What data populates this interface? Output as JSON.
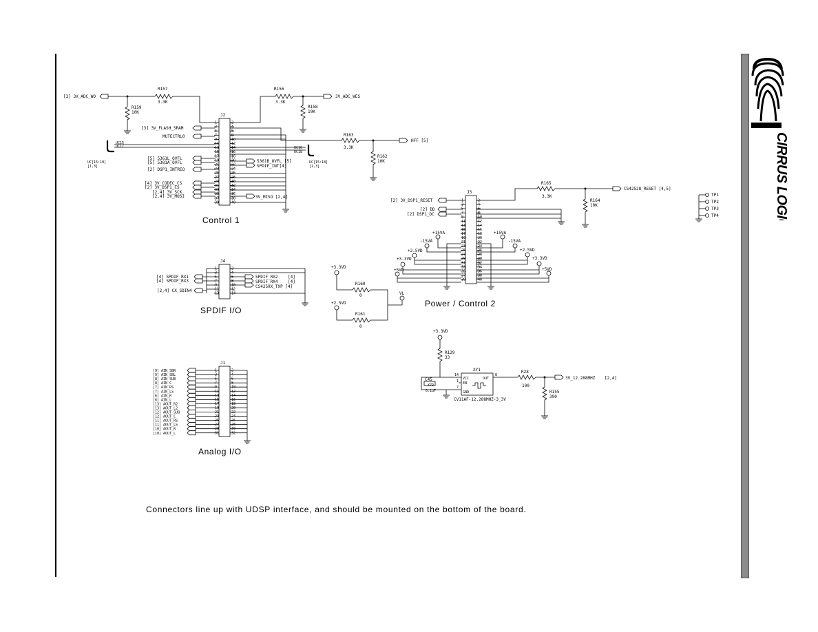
{
  "notes": {
    "bottom": "Connectors line up with UDSP interface, and should be mounted on the bottom of the board."
  },
  "brand": {
    "logo_text": "CIRRUS LOGIC",
    "color": "#000000",
    "sidebar_color": "#8c8c8c"
  },
  "control1": {
    "title": "Control 1",
    "connector": "J2",
    "left_net": "[3] 3V_ADC_WO",
    "r157": {
      "ref": "R157",
      "value": "3.3K"
    },
    "r159": {
      "ref": "R159",
      "value": "10K"
    },
    "r156": {
      "ref": "R156",
      "value": "3.3K"
    },
    "r158": {
      "ref": "R158",
      "value": "10K"
    },
    "r163": {
      "ref": "R163",
      "value": "3.3K"
    },
    "r162": {
      "ref": "R162",
      "value": "10K"
    },
    "net_adc_wes": "3V_ADC_WES",
    "net_hff": "HFF [5]",
    "flash_sram": "[3] 3V_FLASH_SRAM",
    "mutectrl": "MUTECTRL0",
    "uc15": "UC15",
    "uc17": "UC17",
    "uc16": "UC16",
    "uc18": "UC18",
    "bus_left": "UC[15:18]",
    "bus_left_ref": "[1,3]",
    "bus_right": "UC[15:18]",
    "bus_right_ref": "[1,3]",
    "ovfl1": "[5] 5361L_OVFL",
    "ovfl2": "[5] 5381A_OVFL",
    "ovfl3": "5361B_OVFL [5]",
    "spdif_int": "SPDIF_INT[4]",
    "dsp_intreq": "[2] DSP1_INTREQ",
    "codec_cs": "[4] 3V_CODEC_CS",
    "dsp_cs": "[2] 3V_DSP1_CS",
    "sck": "[2,4] 3V_SCK",
    "mosi": "[2,4] 3V_MOSI",
    "miso": "3V_MISO [2,4]",
    "pins_left": [
      "1",
      "3",
      "5",
      "7",
      "9",
      "11",
      "13",
      "15",
      "17",
      "19",
      "21",
      "23",
      "25",
      "27",
      "29",
      "31",
      "33",
      "35",
      "37",
      "39"
    ],
    "pins_right": [
      "2",
      "4",
      "6",
      "8",
      "10",
      "12",
      "14",
      "16",
      "18",
      "20",
      "22",
      "24",
      "26",
      "28",
      "30",
      "32",
      "34",
      "36",
      "38",
      "40"
    ]
  },
  "spdif": {
    "title": "SPDIF I/O",
    "connector": "J4",
    "rx1": "[4] SPDIF_RX1",
    "rx3": "[4] SPDIF_RX3",
    "rx2": "SPDIF_RX2",
    "rx2_ref": "[4]",
    "rx4": "SPDIF_RX4",
    "rx4_ref": "[4]",
    "sdin4": "[2,4] CX_SDIN4",
    "txp": "CS425XX_TXP [4]",
    "pins_left": [
      "1",
      "3",
      "5",
      "7",
      "9",
      "11",
      "13"
    ],
    "pins_right": [
      "2",
      "4",
      "6",
      "8",
      "10",
      "12",
      "14"
    ]
  },
  "vl": {
    "v33": "+3.3VD",
    "v25": "+2.5VD",
    "r160": {
      "ref": "R160",
      "value": "0"
    },
    "r161": {
      "ref": "R161",
      "value": "0"
    },
    "vl": "VL"
  },
  "power2": {
    "title": "Power / Control 2",
    "connector": "J3",
    "dsp_reset": "[2] 3V_DSP1_RESET",
    "dd": "[2] DD",
    "dc": "[2] DSP1_DC",
    "r165": {
      "ref": "R165",
      "value": "3.3K"
    },
    "r164": {
      "ref": "R164",
      "value": "10K"
    },
    "cs_reset": "CS42528_RESET [4,5]",
    "p15a": "+15VA",
    "m15a": "-15VA",
    "p15a_r": "+15VA",
    "m15a_r": "-15VA",
    "p25": "+2.5VD",
    "p25_r": "+2.5VD",
    "p33": "+3.3VD",
    "p33_r": "+3.3VD",
    "p5": "+5VD",
    "p5_r": "+5VD",
    "pins_left": [
      "1",
      "3",
      "5",
      "7",
      "9",
      "11",
      "13",
      "15",
      "17",
      "19",
      "21",
      "23",
      "25",
      "27",
      "29",
      "31",
      "33",
      "35",
      "37",
      "39"
    ],
    "pins_right": [
      "2",
      "4",
      "6",
      "8",
      "10",
      "12",
      "14",
      "16",
      "18",
      "20",
      "22",
      "24",
      "26",
      "28",
      "30",
      "32",
      "34",
      "36",
      "38",
      "40"
    ]
  },
  "testpoints": [
    "TP1",
    "TP2",
    "TP3",
    "TP4"
  ],
  "osc": {
    "supply": "+3.3VD",
    "r129": {
      "ref": "R129",
      "value": "33"
    },
    "c45": "C45",
    "c45_type": "X7R",
    "c45_value": "0.1uF",
    "xy": "XY1",
    "vcc": "VCC",
    "out": "OUT",
    "en": "EN",
    "gnd": "GND",
    "pin14": "14",
    "pin1": "1",
    "pin7": "7",
    "pin8": "8",
    "part": "CV11AF-12.288MHZ-3_3V",
    "r28": {
      "ref": "R28",
      "value": "100"
    },
    "r155": {
      "ref": "R155",
      "value": "390"
    },
    "net": "3V_12.288MHZ",
    "net_ref": "[2,4]"
  },
  "analog": {
    "title": "Analog I/O",
    "connector": "J1",
    "signals": [
      "[9] AIN_SBR",
      "[9] AIN_SBL",
      "[8] AIN_SUB",
      "[8] AIN_C",
      "[7] AIN_RS",
      "[7] AIN_LS",
      "[6] AIN_R",
      "[6] AIN_L",
      "[13] AOUT_R2",
      "[13] AOUT_L2",
      "[12] AOUT_SUB",
      "[12] AOUT_C",
      "[11] AOUT_RS",
      "[11] AOUT_LS",
      "[10] AOUT_R",
      "[10] AOUT_L"
    ],
    "pins_left": [
      "1",
      "3",
      "5",
      "7",
      "9",
      "11",
      "13",
      "15",
      "17",
      "19",
      "21",
      "23",
      "25",
      "27",
      "29",
      "31"
    ],
    "pins_right": [
      "2",
      "4",
      "6",
      "8",
      "10",
      "12",
      "14",
      "16",
      "18",
      "20",
      "22",
      "24",
      "26",
      "28",
      "30",
      "32"
    ]
  }
}
